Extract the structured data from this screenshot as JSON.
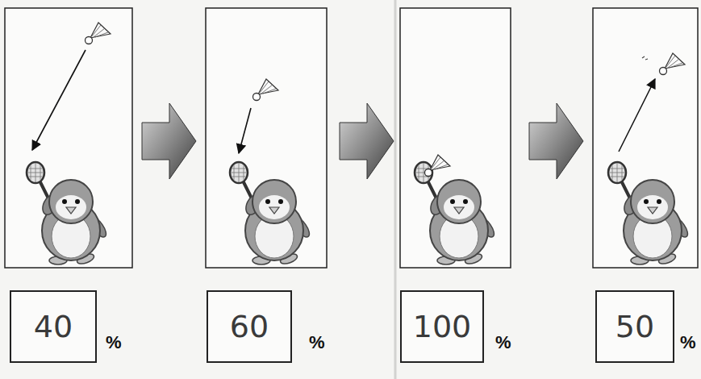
{
  "diagram": {
    "nodes": [
      {
        "text": [
          "40"
        ]
      },
      {
        "text": [
          "60"
        ]
      },
      {
        "text": [
          "100"
        ]
      },
      {
        "text": [
          "50"
        ]
      }
    ],
    "labels": [
      "%",
      "%",
      "%",
      "%"
    ]
  }
}
